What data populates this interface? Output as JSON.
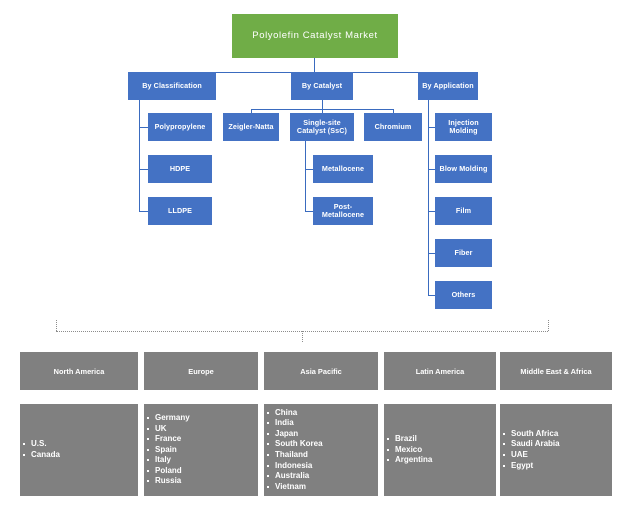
{
  "diagram": {
    "root": {
      "label": "Polyolefin Catalyst Market",
      "color": "#70AD47"
    },
    "node_color": "#4472C4",
    "region_color": "#808080",
    "branches": [
      {
        "label": "By Classification",
        "children": [
          {
            "label": "Polypropylene"
          },
          {
            "label": "HDPE"
          },
          {
            "label": "LLDPE"
          }
        ]
      },
      {
        "label": "By Catalyst",
        "children": [
          {
            "label": "Zeigler-Natta"
          },
          {
            "label": "Single-site Catalyst (SsC)",
            "children": [
              {
                "label": "Metallocene"
              },
              {
                "label": "Post-Metallocene"
              }
            ]
          },
          {
            "label": "Chromium"
          }
        ]
      },
      {
        "label": "By Application",
        "children": [
          {
            "label": "Injection Molding"
          },
          {
            "label": "Blow Molding"
          },
          {
            "label": "Film"
          },
          {
            "label": "Fiber"
          },
          {
            "label": "Others"
          }
        ]
      }
    ]
  },
  "regions": [
    {
      "name": "North America",
      "countries": [
        "U.S.",
        "Canada"
      ]
    },
    {
      "name": "Europe",
      "countries": [
        "Germany",
        "UK",
        "France",
        "Spain",
        "Italy",
        "Poland",
        "Russia"
      ]
    },
    {
      "name": "Asia Pacific",
      "countries": [
        "China",
        "India",
        "Japan",
        "South Korea",
        "Thailand",
        "Indonesia",
        "Australia",
        "Vietnam"
      ]
    },
    {
      "name": "Latin America",
      "countries": [
        "Brazil",
        "Mexico",
        "Argentina"
      ]
    },
    {
      "name": "Middle East & Africa",
      "countries": [
        "South Africa",
        "Saudi Arabia",
        "UAE",
        "Egypt"
      ]
    }
  ]
}
